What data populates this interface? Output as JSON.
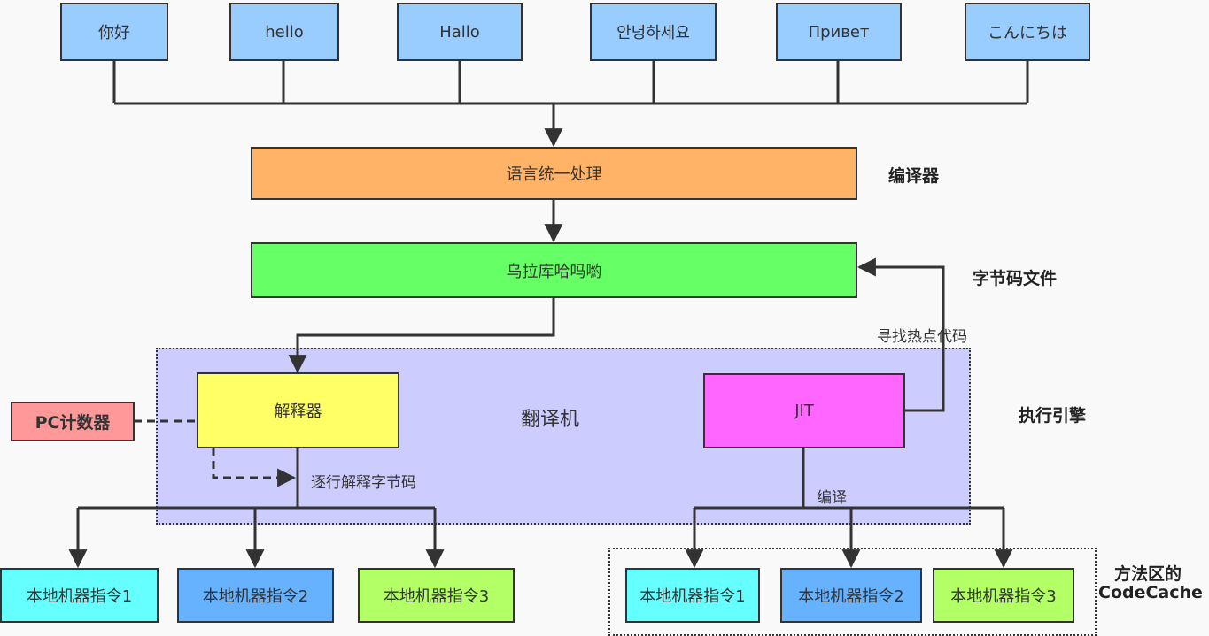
{
  "languages": [
    "你好",
    "hello",
    "Hallo",
    "안녕하세요",
    "Привет",
    "こんにちは"
  ],
  "compiler_box": "语言统一处理",
  "compiler_label": "编译器",
  "bytecode_box": "乌拉库哈吗喲",
  "bytecode_label": "字节码文件",
  "hotspot_label": "寻找热点代码",
  "engine": {
    "title": "翻译机",
    "interpreter": "解释器",
    "jit": "JIT",
    "label": "执行引擎"
  },
  "pc_counter": "PC计数器",
  "interpret_label": "逐行解释字节码",
  "compile_label": "编译",
  "native_left": [
    "本地机器指令1",
    "本地机器指令2",
    "本地机器指令3"
  ],
  "native_right": [
    "本地机器指令1",
    "本地机器指令2",
    "本地机器指令3"
  ],
  "code_cache_label": [
    "方法区的",
    "CodeCache"
  ],
  "colors": {
    "language": "#99ccff",
    "compiler": "#ffb366",
    "bytecode": "#66ff66",
    "interpreter": "#ffff66",
    "jit": "#ff66ff",
    "pc_counter": "#ff9999",
    "engine_area": "#ccccff",
    "native_1": "#66ffff",
    "native_2": "#66b2ff",
    "native_3": "#b3ff66"
  }
}
